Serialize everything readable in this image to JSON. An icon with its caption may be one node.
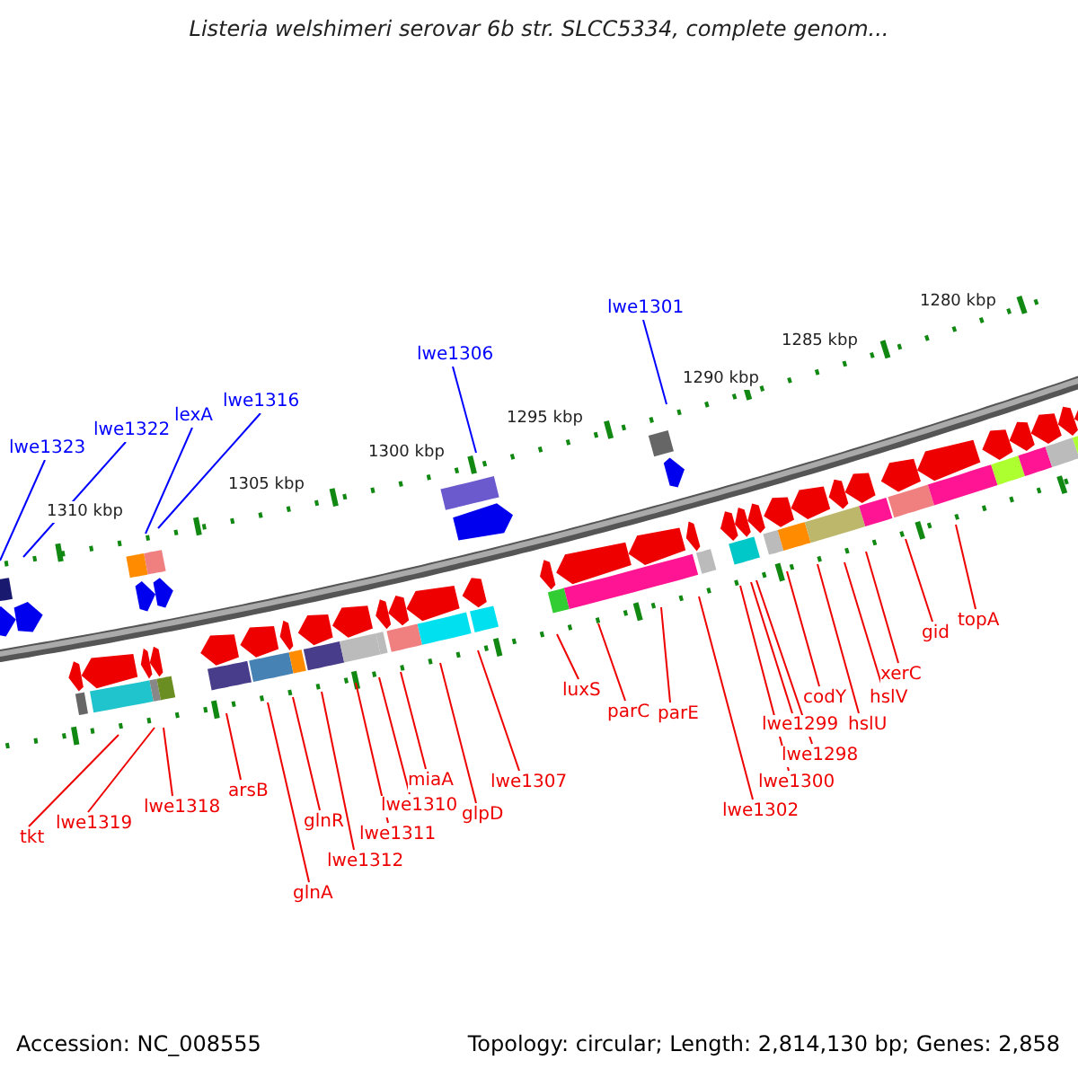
{
  "diagram": {
    "title": "Listeria welshimeri serovar 6b str. SLCC5334, complete genom...",
    "nodes": [
      {
        "text": [
          "lwe1323"
        ]
      },
      {
        "text": [
          "lwe1322"
        ]
      },
      {
        "text": [
          "lexA"
        ]
      },
      {
        "text": [
          "lwe1316"
        ]
      },
      {
        "text": [
          "lwe1306"
        ]
      },
      {
        "text": [
          "lwe1301"
        ]
      },
      {
        "text": [
          "tkt"
        ]
      },
      {
        "text": [
          "lwe1319"
        ]
      },
      {
        "text": [
          "lwe1318"
        ]
      },
      {
        "text": [
          "arsB"
        ]
      },
      {
        "text": [
          "glnA"
        ]
      },
      {
        "text": [
          "glnR"
        ]
      },
      {
        "text": [
          "lwe1312"
        ]
      },
      {
        "text": [
          "lwe1311"
        ]
      },
      {
        "text": [
          "lwe1310"
        ]
      },
      {
        "text": [
          "miaA"
        ]
      },
      {
        "text": [
          "glpD"
        ]
      },
      {
        "text": [
          "lwe1307"
        ]
      },
      {
        "text": [
          "luxS"
        ]
      },
      {
        "text": [
          "parC"
        ]
      },
      {
        "text": [
          "parE"
        ]
      },
      {
        "text": [
          "lwe1302"
        ]
      },
      {
        "text": [
          "lwe1300"
        ]
      },
      {
        "text": [
          "lwe1298"
        ]
      },
      {
        "text": [
          "lwe1299"
        ]
      },
      {
        "text": [
          "codY"
        ]
      },
      {
        "text": [
          "hslU"
        ]
      },
      {
        "text": [
          "hslV"
        ]
      },
      {
        "text": [
          "xerC"
        ]
      },
      {
        "text": [
          "gid"
        ]
      },
      {
        "text": [
          "topA"
        ]
      }
    ],
    "edges": [
      {
        "from": 0,
        "to": null,
        "arrow": "none",
        "color": "#0000ff"
      },
      {
        "from": 1,
        "to": null,
        "arrow": "none",
        "color": "#0000ff"
      },
      {
        "from": 2,
        "to": null,
        "arrow": "none",
        "color": "#0000ff"
      },
      {
        "from": 3,
        "to": null,
        "arrow": "none",
        "color": "#0000ff"
      },
      {
        "from": 4,
        "to": null,
        "arrow": "none",
        "color": "#0000ff"
      },
      {
        "from": 5,
        "to": null,
        "arrow": "none",
        "color": "#0000ff"
      },
      {
        "from": 6,
        "to": null,
        "arrow": "none"
      },
      {
        "from": 7,
        "to": null,
        "arrow": "none"
      },
      {
        "from": 8,
        "to": null,
        "arrow": "none"
      },
      {
        "from": 9,
        "to": null,
        "arrow": "none"
      },
      {
        "from": 10,
        "to": null,
        "arrow": "none"
      },
      {
        "from": 11,
        "to": null,
        "arrow": "none"
      },
      {
        "from": 12,
        "to": null,
        "arrow": "none"
      },
      {
        "from": 13,
        "to": null,
        "arrow": "none"
      },
      {
        "from": 14,
        "to": null,
        "arrow": "none"
      },
      {
        "from": 15,
        "to": null,
        "arrow": "none"
      },
      {
        "from": 16,
        "to": null,
        "arrow": "none"
      },
      {
        "from": 17,
        "to": null,
        "arrow": "none"
      },
      {
        "from": 18,
        "to": null,
        "arrow": "none"
      },
      {
        "from": 19,
        "to": null,
        "arrow": "none"
      },
      {
        "from": 20,
        "to": null,
        "arrow": "none"
      },
      {
        "from": 21,
        "to": null,
        "arrow": "none"
      },
      {
        "from": 22,
        "to": null,
        "arrow": "none"
      },
      {
        "from": 23,
        "to": null,
        "arrow": "none"
      },
      {
        "from": 24,
        "to": null,
        "arrow": "none"
      },
      {
        "from": 25,
        "to": null,
        "arrow": "none"
      },
      {
        "from": 26,
        "to": null,
        "arrow": "none"
      },
      {
        "from": 27,
        "to": null,
        "arrow": "none"
      },
      {
        "from": 28,
        "to": null,
        "arrow": "none"
      },
      {
        "from": 29,
        "to": null,
        "arrow": "none"
      },
      {
        "from": 30,
        "to": null,
        "arrow": "none"
      }
    ],
    "labels": [
      "1280 kbp",
      "1285 kbp",
      "1290 kbp",
      "1295 kbp",
      "1300 kbp",
      "1305 kbp",
      "1310 kbp",
      "Accession: NC_008555",
      "Topology: circular; Length: 2,814,130 bp; Genes: 2,858"
    ]
  }
}
